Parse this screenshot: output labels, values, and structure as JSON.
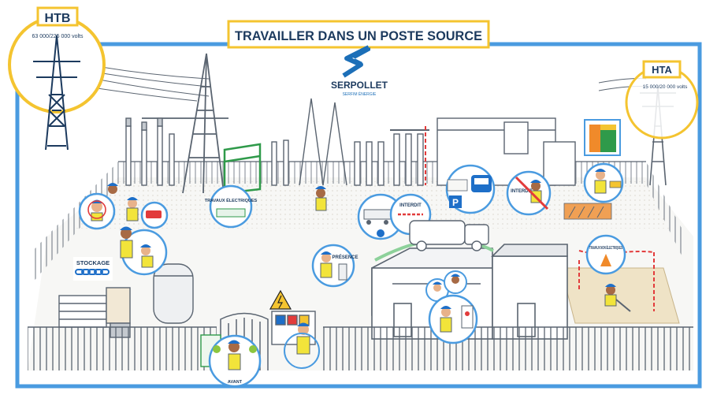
{
  "title": "TRAVAILLER DANS UN POSTE SOURCE",
  "brand": {
    "name": "SERPOLLET",
    "sub": "SERFIM ÉNERGIE",
    "color": "#1c6fb8"
  },
  "htb": {
    "label": "HTB",
    "voltage": "63 000/225 000 volts"
  },
  "hta": {
    "label": "HTA",
    "voltage": "15 000/20 000 volts"
  },
  "zones": {
    "travaux_electriques": "TRAVAUX ÉLECTRIQUES",
    "interdit_1": "INTERDIT",
    "interdit_2": "INTERDIT",
    "stockage": "STOCKAGE",
    "presence": "PRÉSENCE",
    "travaux_non_electriques": "TRAVAUX NON ÉLECTRIQUES",
    "avant": "AVANT",
    "parking": "P"
  },
  "colors": {
    "frame": "#4a9be0",
    "accent": "#f4c430",
    "line": "#5a6470",
    "vest": "#f2e43a",
    "helmet": "#1e6fc8",
    "forbidden": "#e23b3b",
    "zone_green": "#2f9a4a"
  },
  "icons": [
    "high-voltage-sign-icon",
    "forbidden-sign-icon",
    "parking-icon",
    "bus-icon",
    "fire-truck-icon",
    "chain-icon",
    "cone-icon"
  ]
}
